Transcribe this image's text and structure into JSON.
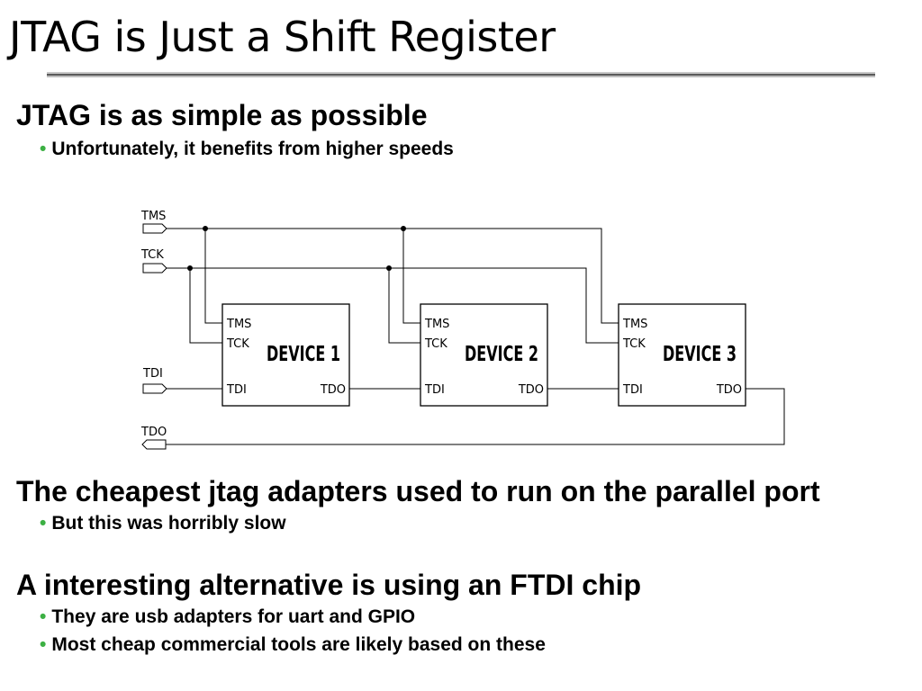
{
  "title": "JTAG is Just a Shift Register",
  "sections": [
    {
      "heading": "JTAG is as simple as possible",
      "bullets": [
        "Unfortunately, it benefits from higher speeds"
      ]
    },
    {
      "heading": "The cheapest jtag adapters used to run on the parallel port",
      "bullets": [
        "But this was horribly slow"
      ]
    },
    {
      "heading": "A interesting alternative is using an FTDI chip",
      "bullets": [
        "They are usb adapters for uart and GPIO",
        "Most cheap commercial tools are likely based on these"
      ]
    }
  ],
  "diagram": {
    "ports": {
      "tms": "TMS",
      "tck": "TCK",
      "tdi": "TDI",
      "tdo": "TDO"
    },
    "devices": [
      {
        "name": "DEVICE 1",
        "pins": {
          "tms": "TMS",
          "tck": "TCK",
          "tdi": "TDI",
          "tdo": "TDO"
        }
      },
      {
        "name": "DEVICE 2",
        "pins": {
          "tms": "TMS",
          "tck": "TCK",
          "tdi": "TDI",
          "tdo": "TDO"
        }
      },
      {
        "name": "DEVICE 3",
        "pins": {
          "tms": "TMS",
          "tck": "TCK",
          "tdi": "TDI",
          "tdo": "TDO"
        }
      }
    ]
  }
}
